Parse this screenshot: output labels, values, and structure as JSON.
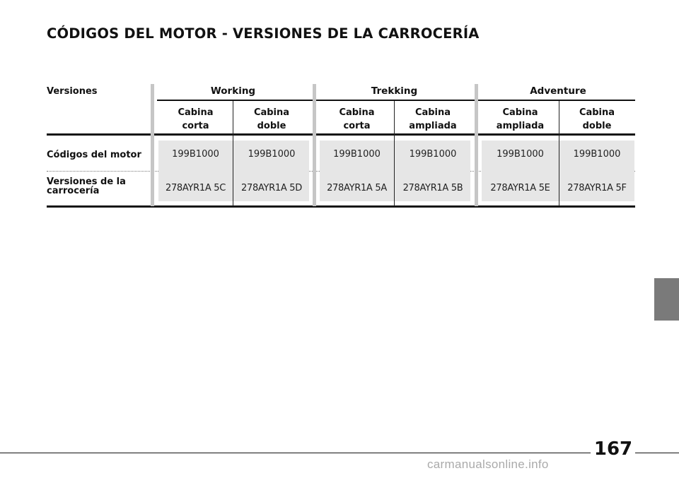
{
  "title": "CÓDIGOS DEL MOTOR - VERSIONES DE LA CARROCERÍA",
  "row_labels": {
    "versiones": "Versiones",
    "codigos": "Códigos del motor",
    "carroceria_line1": "Versiones de la",
    "carroceria_line2": "carrocería"
  },
  "groups": [
    "Working",
    "Trekking",
    "Adventure"
  ],
  "columns": [
    {
      "l1": "Cabina",
      "l2": "corta",
      "motor": "199B1000",
      "body": "278AYR1A 5C"
    },
    {
      "l1": "Cabina",
      "l2": "doble",
      "motor": "199B1000",
      "body": "278AYR1A 5D"
    },
    {
      "l1": "Cabina",
      "l2": "corta",
      "motor": "199B1000",
      "body": "278AYR1A 5A"
    },
    {
      "l1": "Cabina",
      "l2": "ampliada",
      "motor": "199B1000",
      "body": "278AYR1A 5B"
    },
    {
      "l1": "Cabina",
      "l2": "ampliada",
      "motor": "199B1000",
      "body": "278AYR1A 5E"
    },
    {
      "l1": "Cabina",
      "l2": "doble",
      "motor": "199B1000",
      "body": "278AYR1A 5F"
    }
  ],
  "page_number": "167",
  "watermark": "carmanualsonline.info",
  "colors": {
    "side_tab": "#7a7a7a",
    "cell_bg": "#e6e6e6",
    "group_bar": "#c6c6c6"
  }
}
